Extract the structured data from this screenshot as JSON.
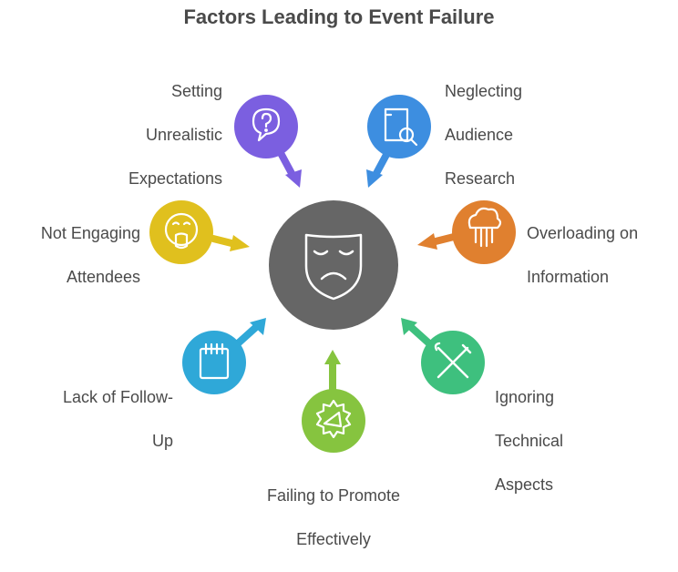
{
  "title": "Factors Leading to Event Failure",
  "center": {
    "icon": "sad-mask-icon",
    "color": "#666666"
  },
  "factors": [
    {
      "lines": [
        "Setting",
        "Unrealistic",
        "Expectations"
      ],
      "icon": "question-bubble-icon",
      "color": "#7b5fe0"
    },
    {
      "lines": [
        "Neglecting",
        "Audience",
        "Research"
      ],
      "icon": "book-search-icon",
      "color": "#3d8ee0"
    },
    {
      "lines": [
        "Overloading on",
        "Information"
      ],
      "icon": "cloud-network-icon",
      "color": "#e0802f"
    },
    {
      "lines": [
        "Ignoring",
        "Technical",
        "Aspects"
      ],
      "icon": "tools-icon",
      "color": "#3ec07e"
    },
    {
      "lines": [
        "Failing to Promote",
        "Effectively"
      ],
      "icon": "megaphone-icon",
      "color": "#86c43f"
    },
    {
      "lines": [
        "Lack of Follow-",
        "Up"
      ],
      "icon": "notepad-icon",
      "color": "#2fa8d8"
    },
    {
      "lines": [
        "Not Engaging",
        "Attendees"
      ],
      "icon": "bored-face-icon",
      "color": "#e0c01e"
    }
  ]
}
